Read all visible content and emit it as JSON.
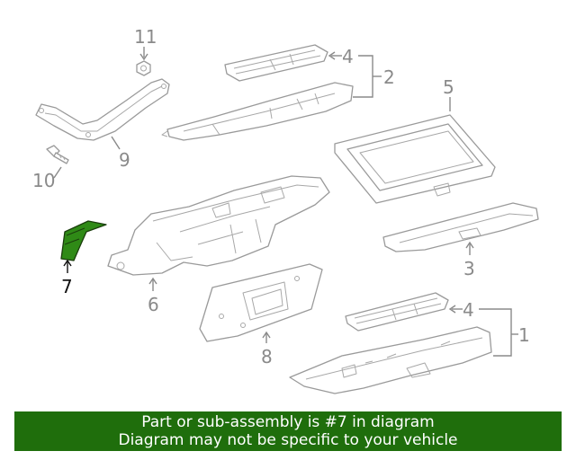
{
  "diagram": {
    "highlight_color": "#2f8a16",
    "callouts": {
      "c1": "1",
      "c2": "2",
      "c3": "3",
      "c4a": "4",
      "c4b": "4",
      "c5": "5",
      "c6": "6",
      "c7": "7",
      "c8": "8",
      "c9": "9",
      "c10": "10",
      "c11": "11"
    }
  },
  "banner": {
    "background": "#1f6e0c",
    "line1": "Part or sub-assembly is #7 in diagram",
    "line2": "Diagram may not be specific to your vehicle"
  }
}
